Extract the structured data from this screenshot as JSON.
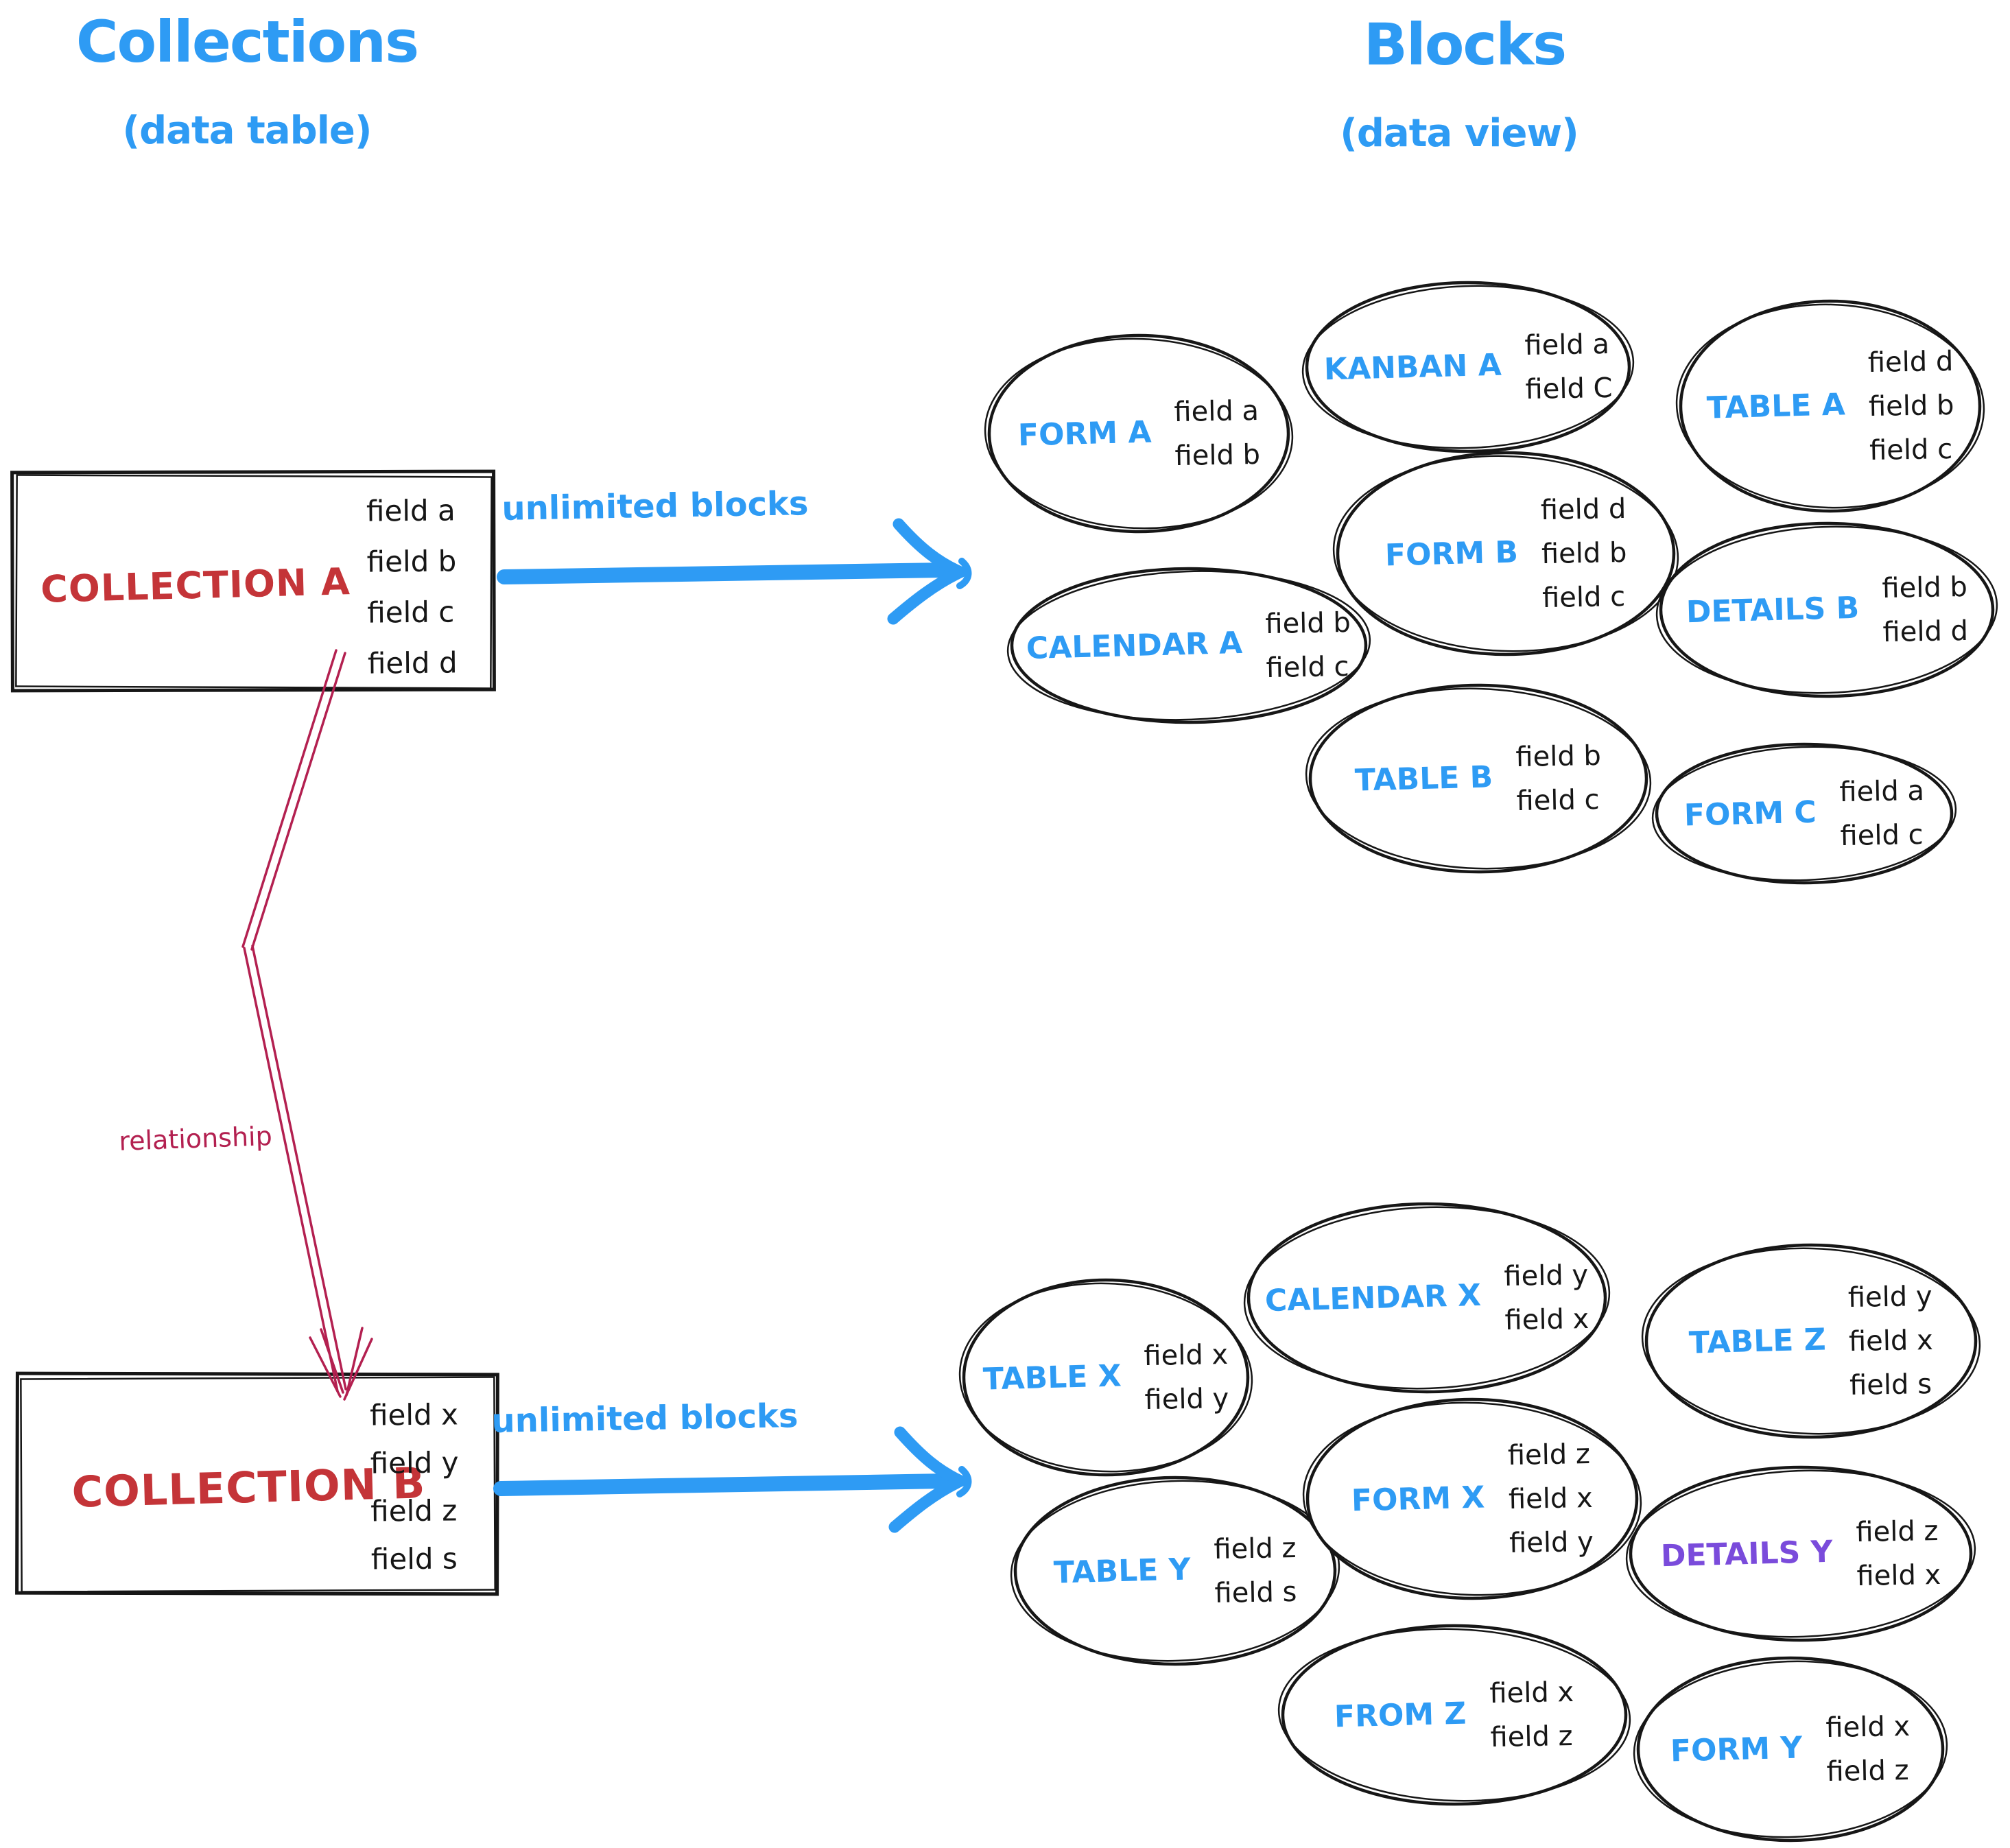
{
  "titles": {
    "left": {
      "title": "Collections",
      "subtitle": "(data table)"
    },
    "right": {
      "title": "Blocks",
      "subtitle": "(data view)"
    }
  },
  "arrows": {
    "top_label": "unlimited blocks",
    "bottom_label": "unlimited blocks",
    "relationship_label": "relationship"
  },
  "collections": [
    {
      "name": "COLLECTION A",
      "fields": [
        "field a",
        "field b",
        "field c",
        "field d"
      ]
    },
    {
      "name": "COLLECTION B",
      "fields": [
        "field x",
        "field y",
        "field z",
        "field s"
      ]
    }
  ],
  "blocks_a": [
    {
      "label": "FORM A",
      "fields": [
        "field a",
        "field b"
      ]
    },
    {
      "label": "KANBAN A",
      "fields": [
        "field a",
        "field C"
      ]
    },
    {
      "label": "TABLE A",
      "fields": [
        "field d",
        "field b",
        "field c"
      ]
    },
    {
      "label": "CALENDAR A",
      "fields": [
        "field b",
        "field c"
      ]
    },
    {
      "label": "FORM B",
      "fields": [
        "field d",
        "field b",
        "field c"
      ]
    },
    {
      "label": "DETAILS B",
      "fields": [
        "field b",
        "field d"
      ]
    },
    {
      "label": "TABLE B",
      "fields": [
        "field b",
        "field c"
      ]
    },
    {
      "label": "FORM C",
      "fields": [
        "field a",
        "field c"
      ]
    }
  ],
  "blocks_b": [
    {
      "label": "TABLE X",
      "fields": [
        "field x",
        "field y"
      ]
    },
    {
      "label": "CALENDAR X",
      "fields": [
        "field y",
        "field x"
      ]
    },
    {
      "label": "TABLE Z",
      "fields": [
        "field y",
        "field x",
        "field s"
      ]
    },
    {
      "label": "TABLE Y",
      "fields": [
        "field z",
        "field s"
      ]
    },
    {
      "label": "FORM X",
      "fields": [
        "field z",
        "field x",
        "field y"
      ]
    },
    {
      "label": "DETAILS Y",
      "fields": [
        "field z",
        "field x"
      ]
    },
    {
      "label": "FROM Z",
      "fields": [
        "field x",
        "field z"
      ]
    },
    {
      "label": "FORM Y",
      "fields": [
        "field x",
        "field z"
      ]
    }
  ],
  "colors": {
    "accent_blue": "#2E9BF4",
    "collection_red": "#C43438",
    "relationship_crimson": "#B32050",
    "details_y_purple": "#7A4BDB",
    "ink": "#161616"
  }
}
